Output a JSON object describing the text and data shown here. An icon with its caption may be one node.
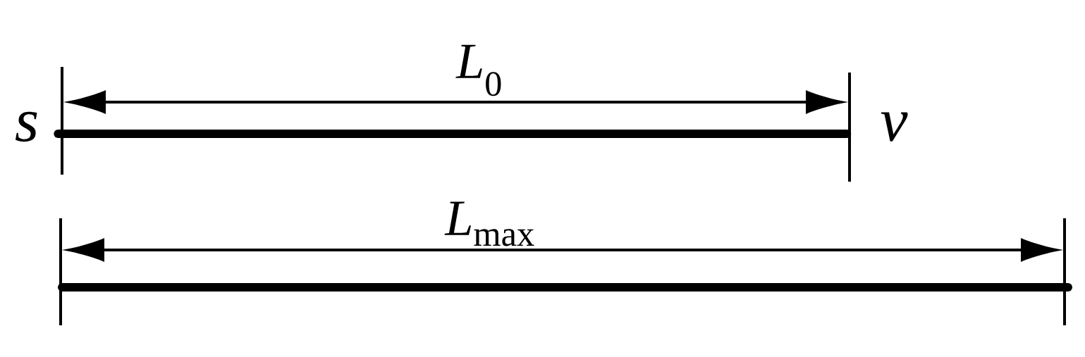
{
  "diagram": {
    "nodes": [
      {
        "text": [
          "s"
        ]
      },
      {
        "text": [
          "v"
        ]
      }
    ],
    "edges": [
      {
        "from": 0,
        "to": 1,
        "arrow": "none"
      }
    ],
    "labels": [
      "*L*$_{0}$",
      "*L*$_{max}$"
    ]
  }
}
